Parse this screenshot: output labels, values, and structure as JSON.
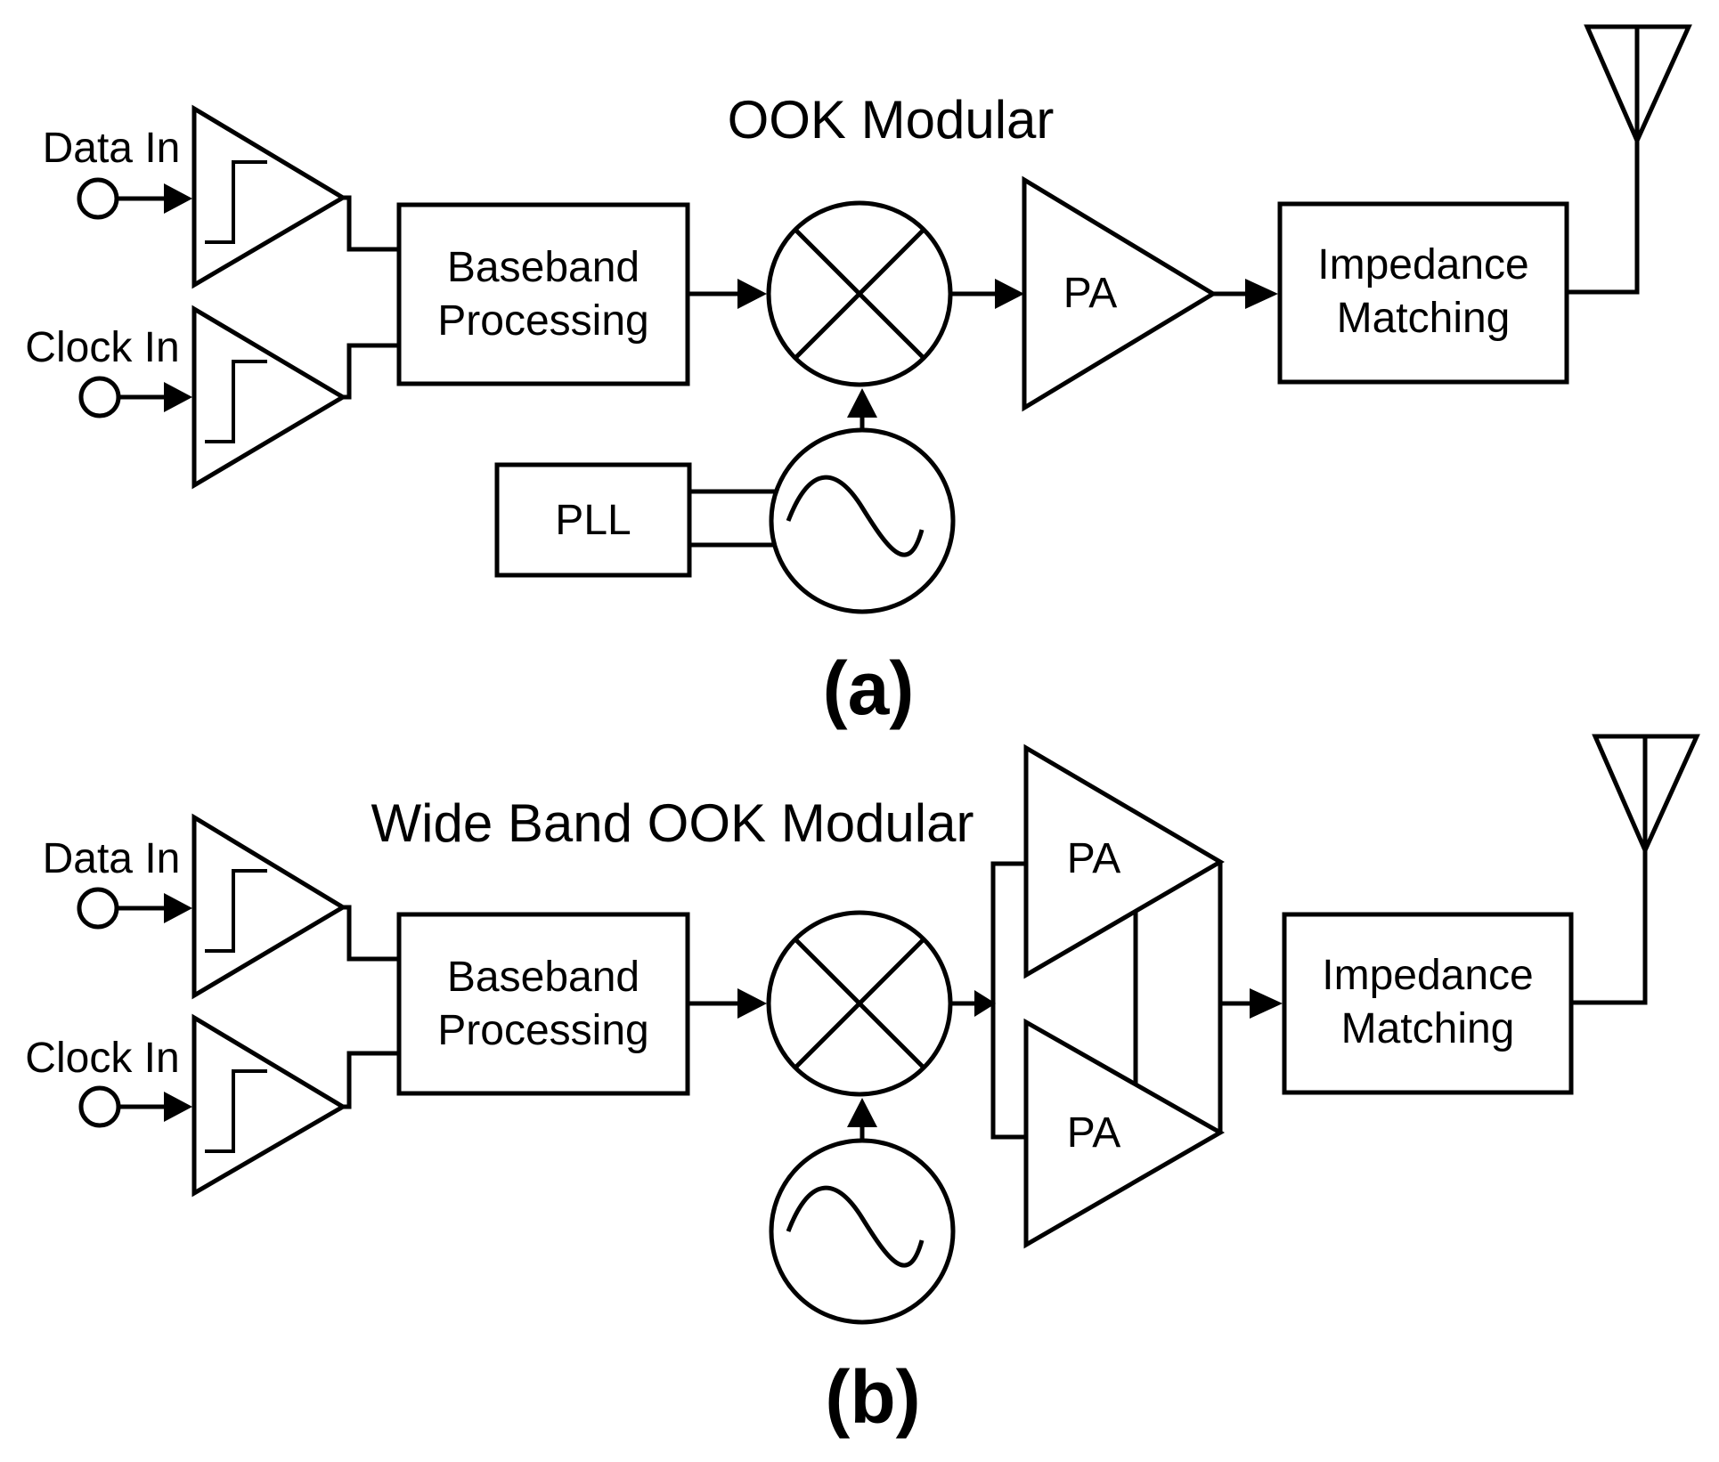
{
  "panel_a": {
    "title": "OOK Modular",
    "data_in": "Data In",
    "clock_in": "Clock In",
    "baseband_line1": "Baseband",
    "baseband_line2": "Processing",
    "pll": "PLL",
    "pa": "PA",
    "impedance_line1": "Impedance",
    "impedance_line2": "Matching",
    "caption": "(a)"
  },
  "panel_b": {
    "title": "Wide Band OOK Modular",
    "data_in": "Data In",
    "clock_in": "Clock In",
    "baseband_line1": "Baseband",
    "baseband_line2": "Processing",
    "pa_top": "PA",
    "pa_bottom": "PA",
    "impedance_line1": "Impedance",
    "impedance_line2": "Matching",
    "caption": "(b)"
  }
}
